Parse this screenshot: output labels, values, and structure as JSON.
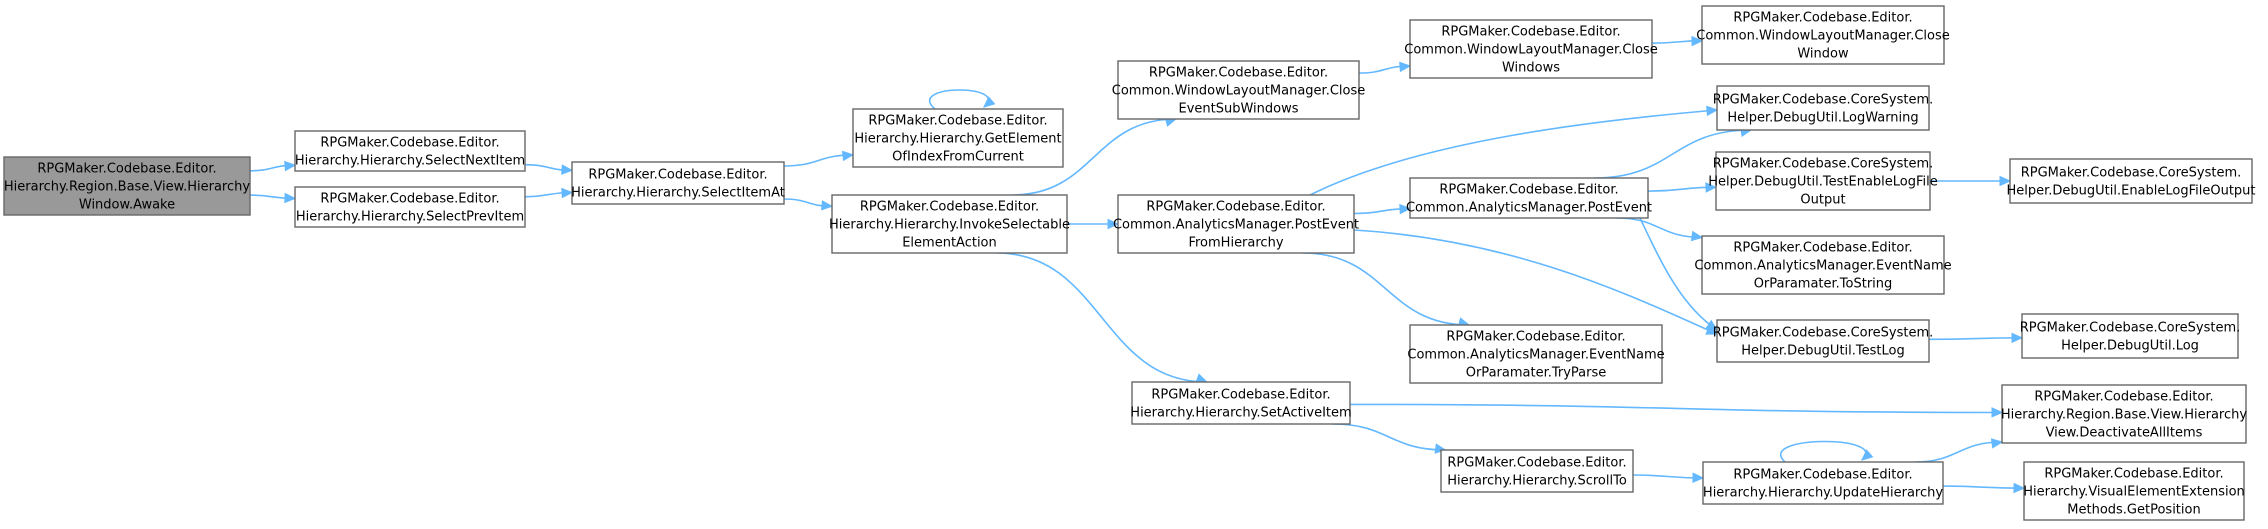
{
  "nodes": [
    {
      "id": "awake",
      "root": true,
      "lines": [
        "RPGMaker.Codebase.Editor.",
        "Hierarchy.Region.Base.View.Hierarchy",
        "Window.Awake"
      ]
    },
    {
      "id": "select_next",
      "lines": [
        "RPGMaker.Codebase.Editor.",
        "Hierarchy.Hierarchy.SelectNextItem"
      ]
    },
    {
      "id": "select_prev",
      "lines": [
        "RPGMaker.Codebase.Editor.",
        "Hierarchy.Hierarchy.SelectPrevItem"
      ]
    },
    {
      "id": "select_item_at",
      "lines": [
        "RPGMaker.Codebase.Editor.",
        "Hierarchy.Hierarchy.SelectItemAt"
      ]
    },
    {
      "id": "get_element",
      "lines": [
        "RPGMaker.Codebase.Editor.",
        "Hierarchy.Hierarchy.GetElement",
        "OfIndexFromCurrent"
      ]
    },
    {
      "id": "invoke",
      "lines": [
        "RPGMaker.Codebase.Editor.",
        "Hierarchy.Hierarchy.InvokeSelectable",
        "ElementAction"
      ]
    },
    {
      "id": "close_event_sub",
      "lines": [
        "RPGMaker.Codebase.Editor.",
        "Common.WindowLayoutManager.Close",
        "EventSubWindows"
      ]
    },
    {
      "id": "post_event_from_hierarchy",
      "lines": [
        "RPGMaker.Codebase.Editor.",
        "Common.AnalyticsManager.PostEvent",
        "FromHierarchy"
      ]
    },
    {
      "id": "set_active_item",
      "lines": [
        "RPGMaker.Codebase.Editor.",
        "Hierarchy.Hierarchy.SetActiveItem"
      ]
    },
    {
      "id": "close_windows",
      "lines": [
        "RPGMaker.Codebase.Editor.",
        "Common.WindowLayoutManager.Close",
        "Windows"
      ]
    },
    {
      "id": "post_event",
      "lines": [
        "RPGMaker.Codebase.Editor.",
        "Common.AnalyticsManager.PostEvent"
      ]
    },
    {
      "id": "try_parse",
      "lines": [
        "RPGMaker.Codebase.Editor.",
        "Common.AnalyticsManager.EventName",
        "OrParamater.TryParse"
      ]
    },
    {
      "id": "scroll_to",
      "lines": [
        "RPGMaker.Codebase.Editor.",
        "Hierarchy.Hierarchy.ScrollTo"
      ]
    },
    {
      "id": "close_window",
      "lines": [
        "RPGMaker.Codebase.Editor.",
        "Common.WindowLayoutManager.Close",
        "Window"
      ]
    },
    {
      "id": "log_warning",
      "lines": [
        "RPGMaker.Codebase.CoreSystem.",
        "Helper.DebugUtil.LogWarning"
      ]
    },
    {
      "id": "test_enable_log",
      "lines": [
        "RPGMaker.Codebase.CoreSystem.",
        "Helper.DebugUtil.TestEnableLogFile",
        "Output"
      ]
    },
    {
      "id": "to_string",
      "lines": [
        "RPGMaker.Codebase.Editor.",
        "Common.AnalyticsManager.EventName",
        "OrParamater.ToString"
      ]
    },
    {
      "id": "test_log",
      "lines": [
        "RPGMaker.Codebase.CoreSystem.",
        "Helper.DebugUtil.TestLog"
      ]
    },
    {
      "id": "update_hierarchy",
      "lines": [
        "RPGMaker.Codebase.Editor.",
        "Hierarchy.Hierarchy.UpdateHierarchy"
      ]
    },
    {
      "id": "enable_log",
      "lines": [
        "RPGMaker.Codebase.CoreSystem.",
        "Helper.DebugUtil.EnableLogFileOutput"
      ]
    },
    {
      "id": "log",
      "lines": [
        "RPGMaker.Codebase.CoreSystem.",
        "Helper.DebugUtil.Log"
      ]
    },
    {
      "id": "deactivate",
      "lines": [
        "RPGMaker.Codebase.Editor.",
        "Hierarchy.Region.Base.View.Hierarchy",
        "View.DeactivateAllItems"
      ]
    },
    {
      "id": "get_position",
      "lines": [
        "RPGMaker.Codebase.Editor.",
        "Hierarchy.VisualElementExtension",
        "Methods.GetPosition"
      ]
    }
  ],
  "edges": [
    {
      "from": "awake",
      "to": "select_next"
    },
    {
      "from": "awake",
      "to": "select_prev"
    },
    {
      "from": "select_next",
      "to": "select_item_at"
    },
    {
      "from": "select_prev",
      "to": "select_item_at"
    },
    {
      "from": "select_item_at",
      "to": "get_element"
    },
    {
      "from": "select_item_at",
      "to": "invoke"
    },
    {
      "from": "get_element",
      "to": "get_element"
    },
    {
      "from": "invoke",
      "to": "close_event_sub"
    },
    {
      "from": "invoke",
      "to": "post_event_from_hierarchy"
    },
    {
      "from": "invoke",
      "to": "set_active_item"
    },
    {
      "from": "close_event_sub",
      "to": "close_windows"
    },
    {
      "from": "close_windows",
      "to": "close_window"
    },
    {
      "from": "post_event_from_hierarchy",
      "to": "log_warning"
    },
    {
      "from": "post_event_from_hierarchy",
      "to": "post_event"
    },
    {
      "from": "post_event_from_hierarchy",
      "to": "try_parse"
    },
    {
      "from": "post_event_from_hierarchy",
      "to": "test_log"
    },
    {
      "from": "post_event",
      "to": "log_warning"
    },
    {
      "from": "post_event",
      "to": "test_enable_log"
    },
    {
      "from": "post_event",
      "to": "to_string"
    },
    {
      "from": "post_event",
      "to": "test_log"
    },
    {
      "from": "test_enable_log",
      "to": "enable_log"
    },
    {
      "from": "test_log",
      "to": "log"
    },
    {
      "from": "set_active_item",
      "to": "deactivate"
    },
    {
      "from": "set_active_item",
      "to": "scroll_to"
    },
    {
      "from": "scroll_to",
      "to": "update_hierarchy"
    },
    {
      "from": "update_hierarchy",
      "to": "update_hierarchy"
    },
    {
      "from": "update_hierarchy",
      "to": "deactivate"
    },
    {
      "from": "update_hierarchy",
      "to": "get_position"
    }
  ]
}
